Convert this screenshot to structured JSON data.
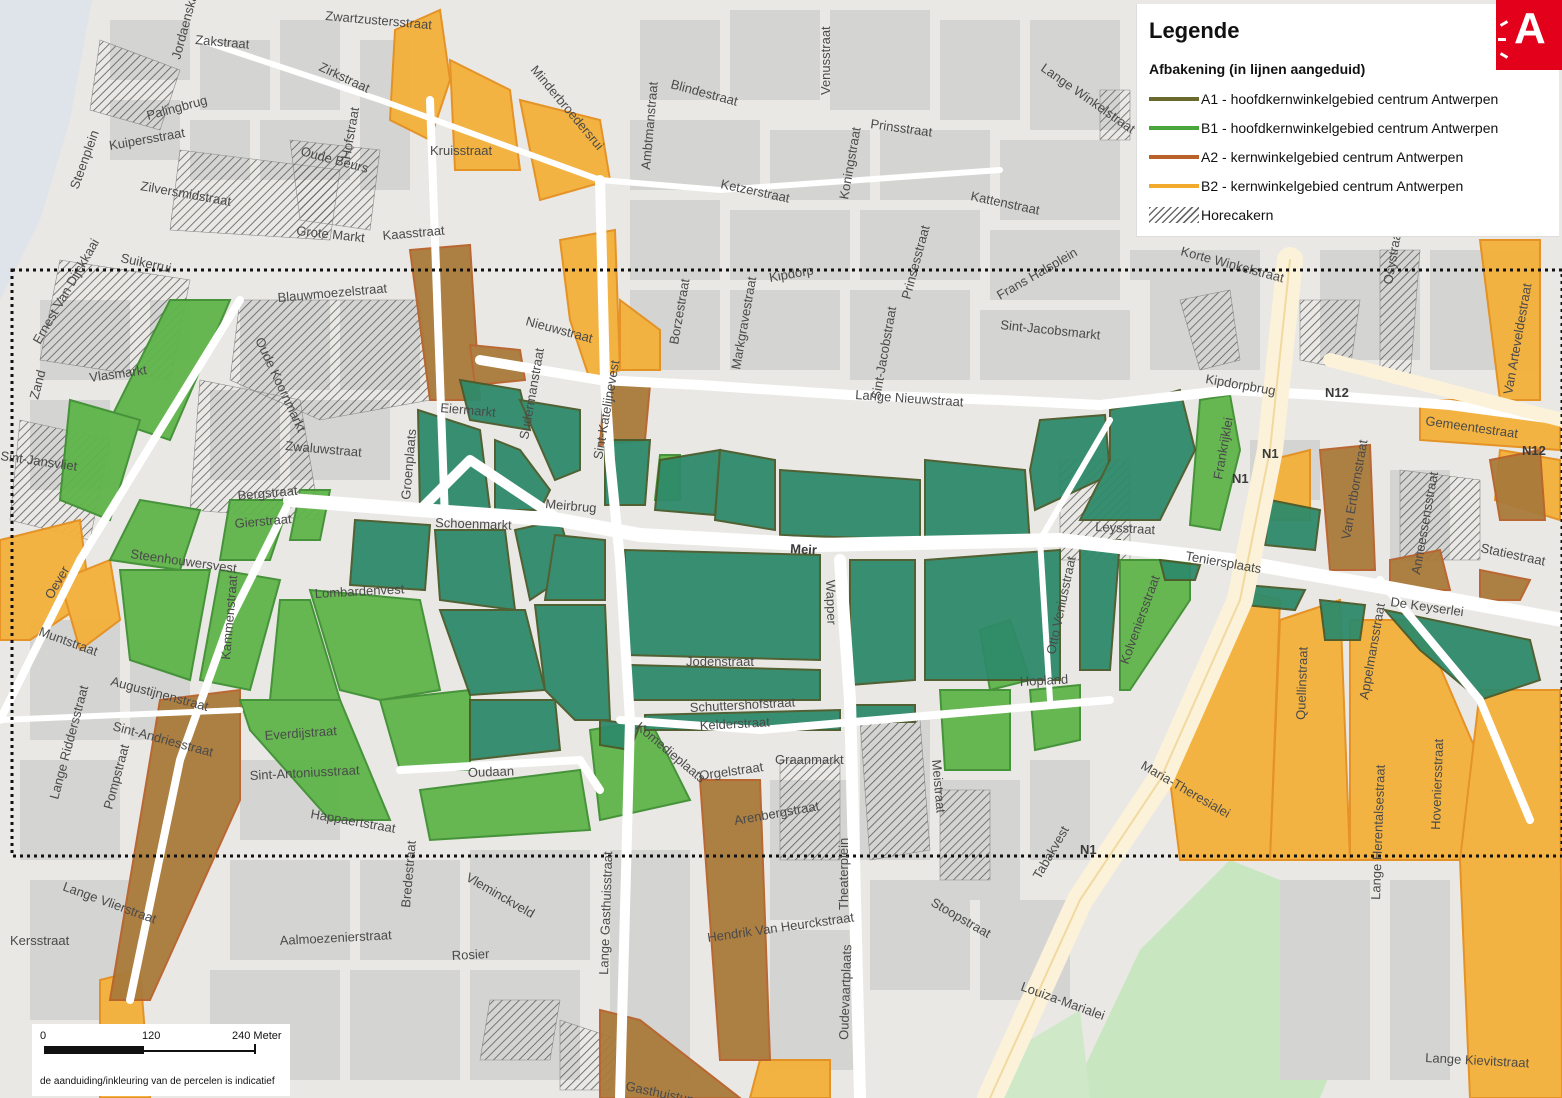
{
  "legend": {
    "title": "Legende",
    "subtitle": "Afbakening (in lijnen aangeduid)",
    "items": [
      {
        "label": "A1 - hoofdkernwinkelgebied centrum Antwerpen",
        "color": "#6b6a2e",
        "kind": "line"
      },
      {
        "label": "B1 - hoofdkernwinkelgebied centrum Antwerpen",
        "color": "#4aa53c",
        "kind": "line"
      },
      {
        "label": "A2 - kernwinkelgebied centrum Antwerpen",
        "color": "#b8622a",
        "kind": "line"
      },
      {
        "label": "B2 - kernwinkelgebied centrum Antwerpen",
        "color": "#f2a92c",
        "kind": "line"
      },
      {
        "label": "Horecakern",
        "color": "#6a6a6a",
        "kind": "hatch"
      }
    ]
  },
  "logo": {
    "letter": "A",
    "color": "#e2001a"
  },
  "scale": {
    "tick0": "0",
    "tick1": "120",
    "tick2": "240 Meter",
    "note": "de aanduiding/inkleuring van de percelen is indicatief"
  },
  "colors": {
    "dark_green": "#2f8a6a",
    "light_green": "#5fb54a",
    "orange": "#f4b13a",
    "brown": "#a97a3a",
    "street": "#ffffff",
    "block": "#d7d7d5",
    "water": "#dfe3ea",
    "park": "#c8e6c0"
  },
  "streets": {
    "meir": "Meir",
    "schoenmarkt": "Schoenmarkt",
    "meirbrug": "Meirbrug",
    "leysstraat": "Leysstraat",
    "teniersplaats": "Teniersplaats",
    "de_keyserlei": "De Keyserlei",
    "lange_nieuwstraat": "Lange Nieuwstraat",
    "kipdorpbrug": "Kipdorpbrug",
    "kipdorp": "Kipdorp",
    "sint_jacobsmarkt": "Sint-Jacobsmarkt",
    "frankrijklei": "Frankrijklei",
    "n12": "N12",
    "n1": "N1",
    "n1b": "N1",
    "n1c": "N1",
    "n12b": "N12",
    "gemeentestraat": "Gemeentestraat",
    "grote_markt": "Grote Markt",
    "blindestraat": "Blindestraat",
    "prinsstraat": "Prinsstraat",
    "ketzerstraat": "Ketzerstraat",
    "kattenstraat": "Kattenstraat",
    "koningstraat": "Koningstraat",
    "venusstraat": "Venusstraat",
    "minderbroedersrui": "Minderbroedersrui",
    "zakstraat": "Zakstraat",
    "zirkstraat": "Zirkstraat",
    "palingbrug": "Palingbrug",
    "steenplein": "Steenplein",
    "kuipersstraat": "Kuipersstraat",
    "zilversmidstraat": "Zilversmidstraat",
    "suikerrui": "Suikerrui",
    "blauwmoezelstraat": "Blauwmoezelstraat",
    "vlasmarkt": "Vlasmarkt",
    "zand": "Zand",
    "ernest_van_dijckkaai": "Ernest Van Dijckkaai",
    "sint_jansvliet": "Sint-Jansvliet",
    "oever": "Oever",
    "muntstraat": "Muntstraat",
    "augustijnenstraat": "Augustijnenstraat",
    "lange_riddersstraat": "Lange Riddersstraat",
    "sint_andriesstraat": "Sint-Andriesstraat",
    "pompstraat": "Pompstraat",
    "sint_antoniusstraat": "Sint-Antoniusstraat",
    "happaertstraat": "Happaertstraat",
    "everdijstraat": "Everdijstraat",
    "lombardenvest": "Lombardenvest",
    "kammenstraat": "Kammenstraat",
    "oudaan": "Oudaan",
    "steenhouwersvest": "Steenhouwersvest",
    "zwartzustersstraat": "Zwartzustersstraat",
    "groenplaats": "Groenplaats",
    "zwaluwstraat": "Zwaluwstraat",
    "bergstraat": "Bergstraat",
    "gierstraat": "Gierstraat",
    "jodenstraat": "Jodenstraat",
    "schuttershofstraat": "Schuttershofstraat",
    "kelderstraat": "Kelderstraat",
    "graanmarkt": "Graanmarkt",
    "orgelstraat": "Orgelstraat",
    "arenbergstraat": "Arenbergstraat",
    "meistraat": "Meistraat",
    "hopland": "Hopland",
    "otto_venius": "Otto Veniusstraat",
    "kolveniersstraat": "Kolveniersstraat",
    "komedieplaats": "Komedieplaats",
    "lange_gasthuisstraat": "Lange Gasthuisstraat",
    "theaterplein": "Theaterplein",
    "oudevaartplaats": "Oudevaartplaats",
    "hendrik_van_heurck": "Hendrik Van Heurckstraat",
    "rosier": "Rosier",
    "aalmoezenierstraat": "Aalmoezenierstraat",
    "vleminckveld": "Vleminckveld",
    "bredestraat": "Bredestraat",
    "kersstraat": "Kersstraat",
    "lange_vlierstraat": "Lange Vlierstraat",
    "stoopstraat": "Stoopstraat",
    "louiza_marialei": "Louiza-Marialei",
    "maria_theresialei": "Maria-Theresialei",
    "quellinstraat": "Quellinstraat",
    "appelmansstraat": "Appelmansstraat",
    "hoveniersstraat": "Hoveniersstraat",
    "lange_herentalsestraat": "Lange Herentalsestraat",
    "lange_kievitstraat": "Lange Kievitstraat",
    "van_ertbornstraat": "Van Ertbornstraat",
    "anneessensstraat": "Anneessensstraat",
    "statiestraat": "Statiestraat",
    "van_arteveldestraat": "Van Arteveldestraat",
    "osystraat": "Osystraat",
    "tabakvest": "Tabakvest",
    "gasthuistunnel": "Gasthuistunnel",
    "wapper": "Wapper",
    "markgravestraat": "Markgravestraat",
    "borzestraat": "Borzestraat",
    "ambtmanstraat": "Ambtmanstraat",
    "prinsesstraat": "Prinsesstraat",
    "sint_jacobstraat": "Sint-Jacobstraat",
    "frans_halsplein": "Frans Halsplein",
    "lange_winkelstraat": "Lange Winkelstraat",
    "korte_winkelstraat": "Korte Winkelstraat",
    "sint_katelijnevest": "Sint-Katelijnevest",
    "sudermanstraat": "Sudermanstraat",
    "eiermarkt": "Eiermarkt",
    "nieuwstraat": "Nieuwstraat",
    "kaasstraat": "Kaasstraat",
    "hofstraat": "Hofstraat",
    "oude_beurs": "Oude Beurs",
    "oude_koornmarkt": "Oude Koornmarkt",
    "kruizstraat": "Kruisstraat",
    "jordaenskaai": "Jordaenskaai"
  }
}
